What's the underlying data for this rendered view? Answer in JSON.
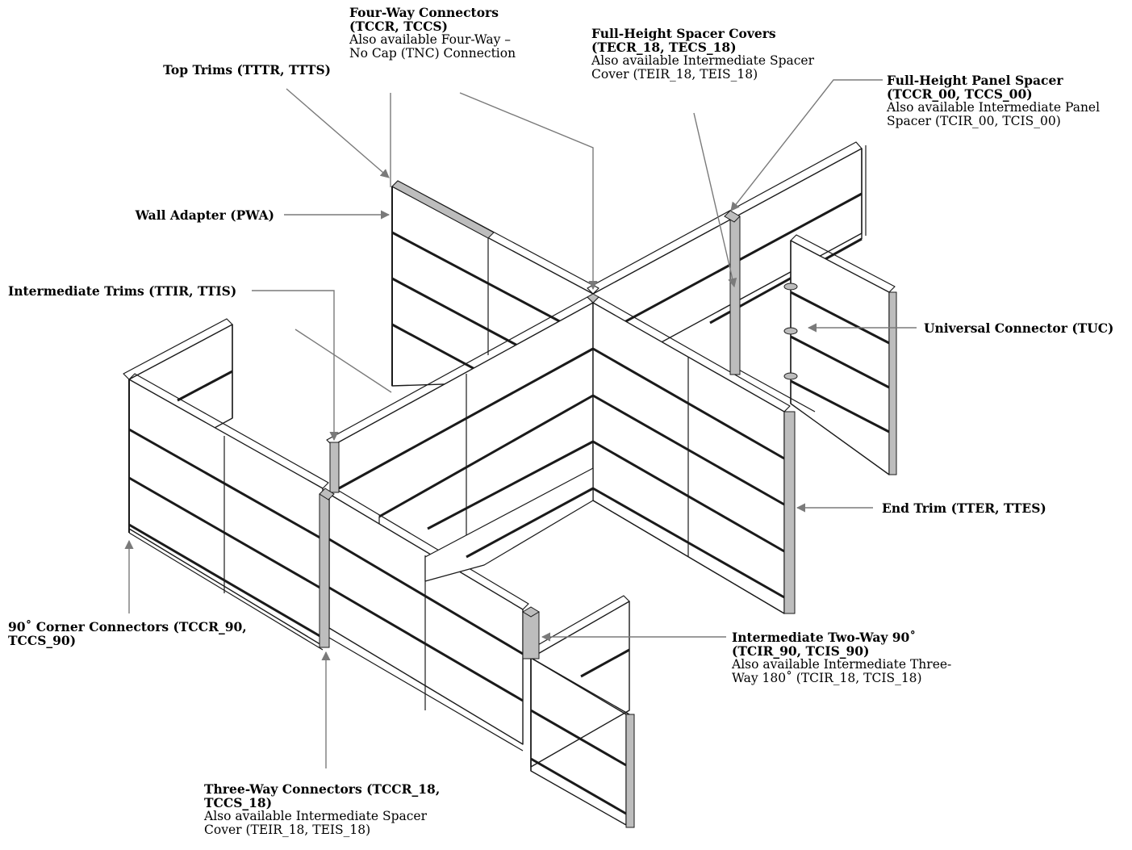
{
  "labels": {
    "four_way": {
      "title": "Four-Way Connectors (TCCR, TCCS)",
      "subtitle": "Also available Four-Way – No Cap (TNC) Connection"
    },
    "top_trims": {
      "title": "Top Trims (TTTR, TTTS)"
    },
    "spacer_covers": {
      "title": "Full-Height Spacer Covers (TECR_18, TECS_18)",
      "subtitle": "Also available Intermediate Spacer Cover (TEIR_18, TEIS_18)"
    },
    "panel_spacer": {
      "title": "Full-Height Panel Spacer (TCCR_00, TCCS_00)",
      "subtitle": "Also available Intermediate Panel Spacer (TCIR_00, TCIS_00)"
    },
    "wall_adapter": {
      "title": "Wall Adapter (PWA)"
    },
    "intermediate_trims": {
      "title": "Intermediate Trims (TTIR, TTIS)"
    },
    "universal_connector": {
      "title": "Universal Connector (TUC)"
    },
    "end_trim": {
      "title": "End Trim (TTER, TTES)"
    },
    "corner_90": {
      "title": "90˚ Corner Connectors (TCCR_90, TCCS_90)"
    },
    "two_way_90": {
      "title": "Intermediate Two-Way 90˚ (TCIR_90, TCIS_90)",
      "subtitle": "Also available Intermediate Three-Way 180˚ (TCIR_18, TCIS_18)"
    },
    "three_way": {
      "title": "Three-Way Connectors (TCCR_18, TCCS_18)",
      "subtitle": "Also available Intermediate Spacer Cover (TEIR_18, TEIS_18)"
    }
  },
  "colors": {
    "line": "#1a1a1a",
    "accent": "#bdbdbd",
    "leader": "#7a7a7a"
  }
}
